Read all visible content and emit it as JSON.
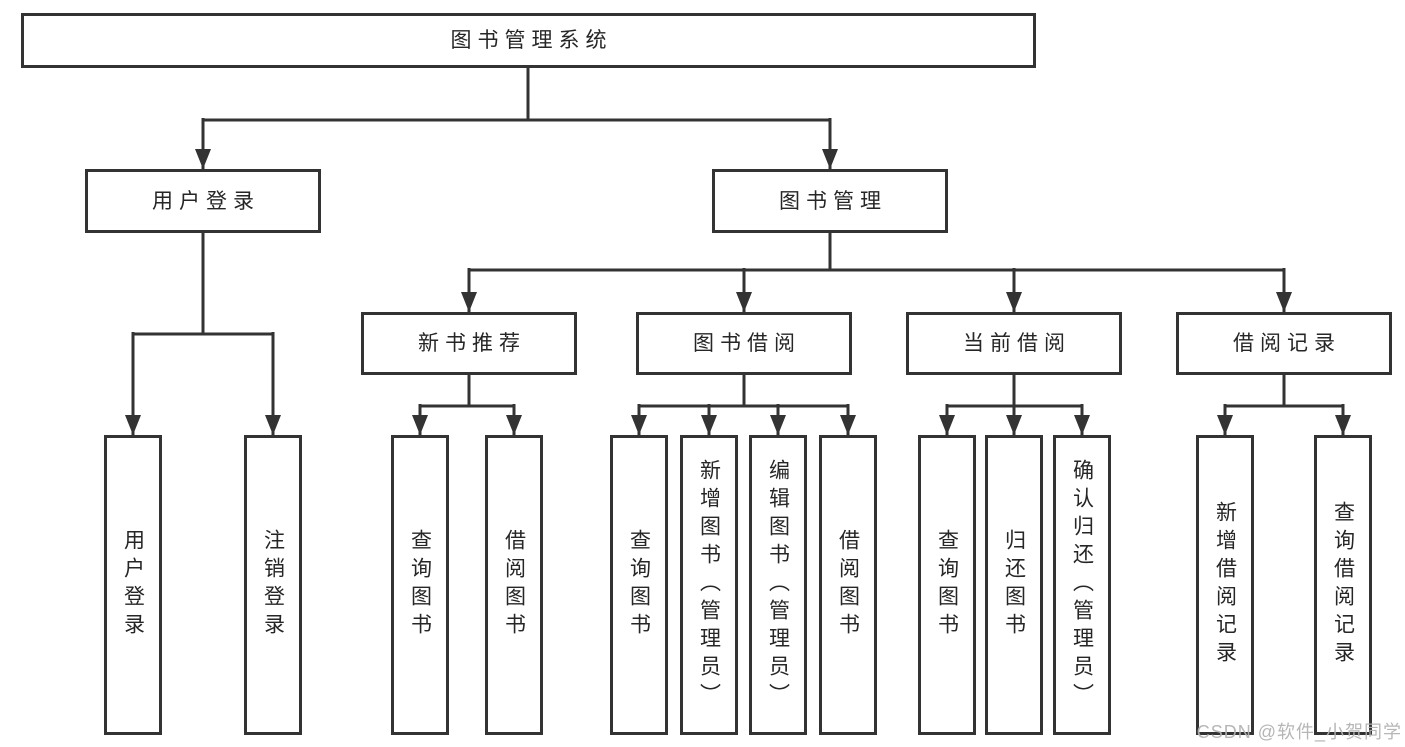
{
  "colors": {
    "background": "#ffffff",
    "line": "#333333",
    "box_border": "#333333",
    "text": "#262626",
    "watermark": "#b3b3b3"
  },
  "tree": {
    "root": {
      "label": "图书管理系统"
    },
    "branches": [
      {
        "label": "用户登录",
        "children": [
          {
            "label": "用户登录"
          },
          {
            "label": "注销登录"
          }
        ]
      },
      {
        "label": "图书管理",
        "groups": [
          {
            "label": "新书推荐",
            "children": [
              {
                "label": "查询图书"
              },
              {
                "label": "借阅图书"
              }
            ]
          },
          {
            "label": "图书借阅",
            "children": [
              {
                "label": "查询图书"
              },
              {
                "label": "新增图书（管理员）"
              },
              {
                "label": "编辑图书（管理员）"
              },
              {
                "label": "借阅图书"
              }
            ]
          },
          {
            "label": "当前借阅",
            "children": [
              {
                "label": "查询图书"
              },
              {
                "label": "归还图书"
              },
              {
                "label": "确认归还（管理员）"
              }
            ]
          },
          {
            "label": "借阅记录",
            "children": [
              {
                "label": "新增借阅记录"
              },
              {
                "label": "查询借阅记录"
              }
            ]
          }
        ]
      }
    ]
  },
  "watermark": {
    "text": "CSDN @软件_小贺同学"
  }
}
